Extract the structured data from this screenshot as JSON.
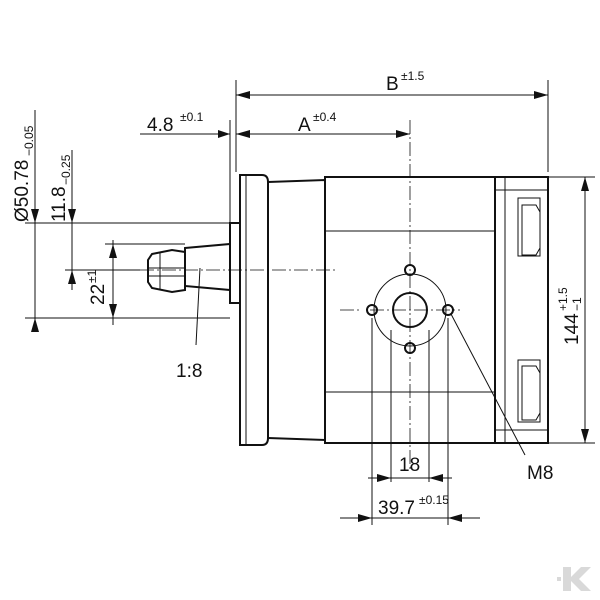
{
  "dimensions": {
    "flange_diameter": {
      "label": "Ø50.78",
      "tolerance": "−0.05"
    },
    "spigot_offset": {
      "label": "11.8",
      "tolerance": "−0.25"
    },
    "shaft_length": {
      "label": "22",
      "tolerance": "±1"
    },
    "taper": {
      "label": "1:8"
    },
    "flange_thickness": {
      "label": "4.8",
      "tolerance": "±0.1"
    },
    "dim_a": {
      "label": "A",
      "tolerance": "±0.4"
    },
    "dim_b": {
      "label": "B",
      "tolerance": "±1.5"
    },
    "height": {
      "label": "144",
      "tol_upper": "+1.5",
      "tol_lower": "−1"
    },
    "port_inner": {
      "label": "18"
    },
    "port_bolt_spacing": {
      "label": "39.7",
      "tolerance": "±0.15"
    },
    "thread": {
      "label": "M8"
    }
  },
  "colors": {
    "ink": "#111111",
    "background": "#ffffff",
    "logo": "#d9d9d9"
  },
  "logo": {
    "icon": "k-logo-icon"
  }
}
